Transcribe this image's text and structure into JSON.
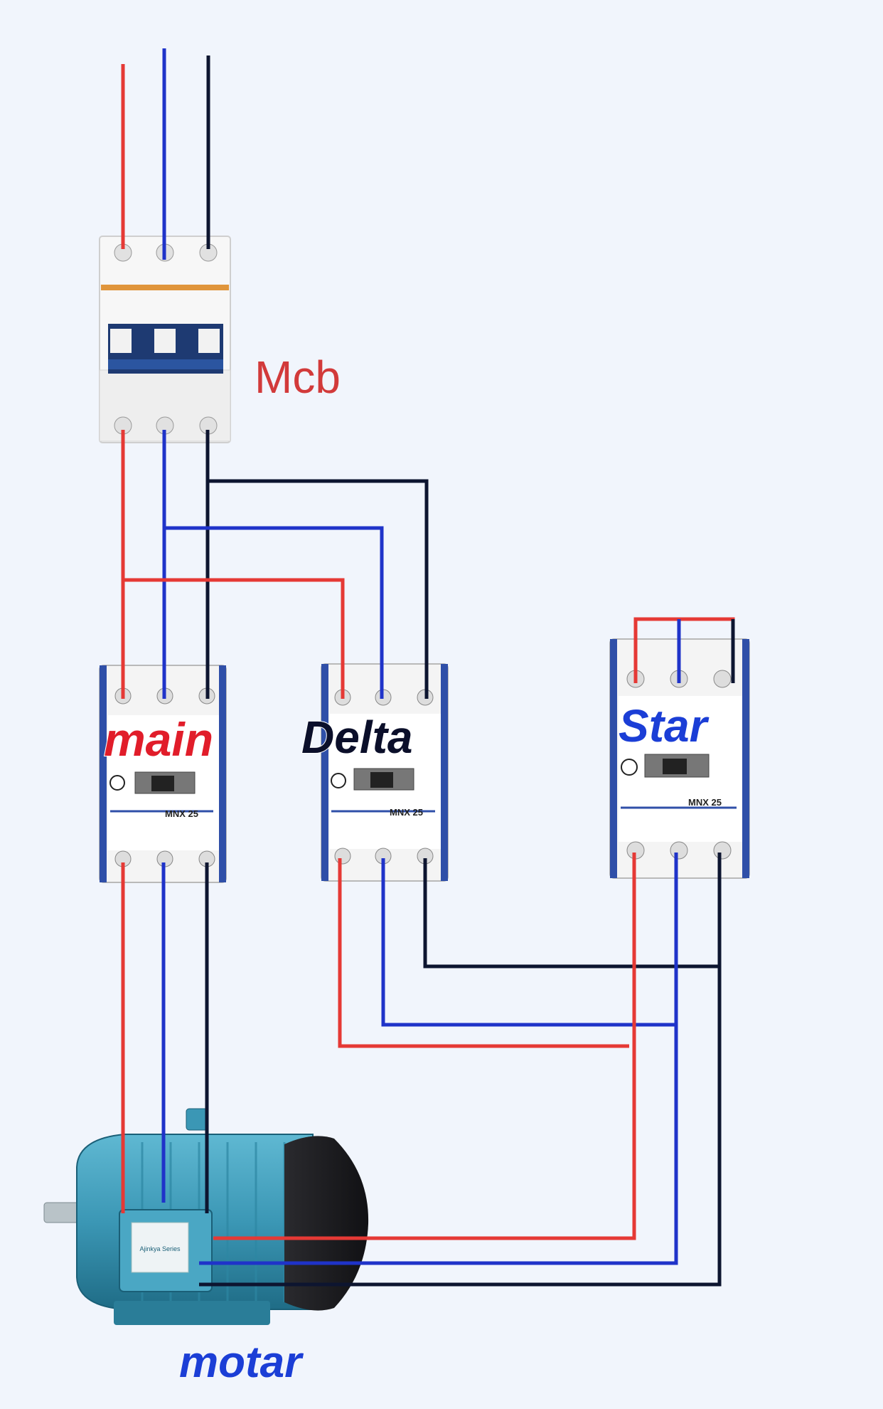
{
  "labels": {
    "mcb": "Mcb",
    "main": "main",
    "delta": "Delta",
    "star": "Star",
    "motor": "motar"
  },
  "contactor_model": "MNX 25",
  "motor_badge": "Ajinkya Series",
  "colors": {
    "phase_red": "#e53935",
    "phase_blue": "#1f33c9",
    "phase_black": "#0d1530",
    "label_red": "#e11d2a",
    "label_black": "#0b0f2a",
    "label_blue": "#1b3ed6",
    "mcb_label": "#d23a3a",
    "motor_body": "#3b9bb8",
    "background": "#f1f5fc"
  },
  "icons": {
    "brand_logo": "lt-logo-icon"
  }
}
